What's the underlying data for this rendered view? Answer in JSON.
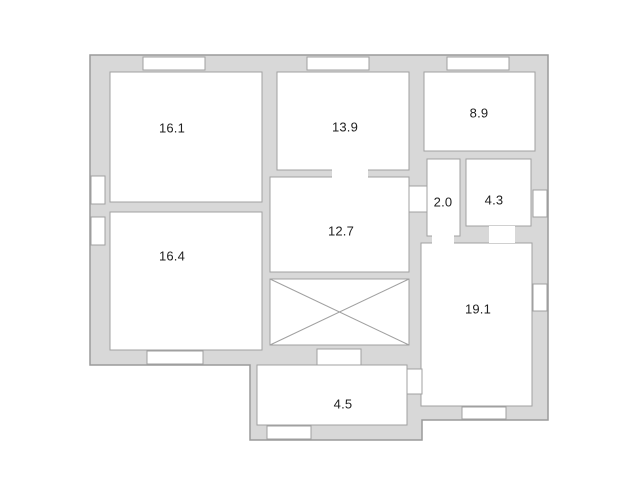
{
  "floorplan": {
    "rooms": [
      {
        "id": "room-16-1",
        "label": "16.1"
      },
      {
        "id": "room-13-9",
        "label": "13.9"
      },
      {
        "id": "room-8-9",
        "label": "8.9"
      },
      {
        "id": "room-2-0",
        "label": "2.0"
      },
      {
        "id": "room-4-3",
        "label": "4.3"
      },
      {
        "id": "room-16-4",
        "label": "16.4"
      },
      {
        "id": "room-12-7",
        "label": "12.7"
      },
      {
        "id": "room-19-1",
        "label": "19.1"
      },
      {
        "id": "room-4-5",
        "label": "4.5"
      }
    ],
    "colors": {
      "wall_fill": "#d8d8d8",
      "outline": "#9a9a9a",
      "room_fill": "#ffffff",
      "text": "#1f1f1f"
    }
  }
}
